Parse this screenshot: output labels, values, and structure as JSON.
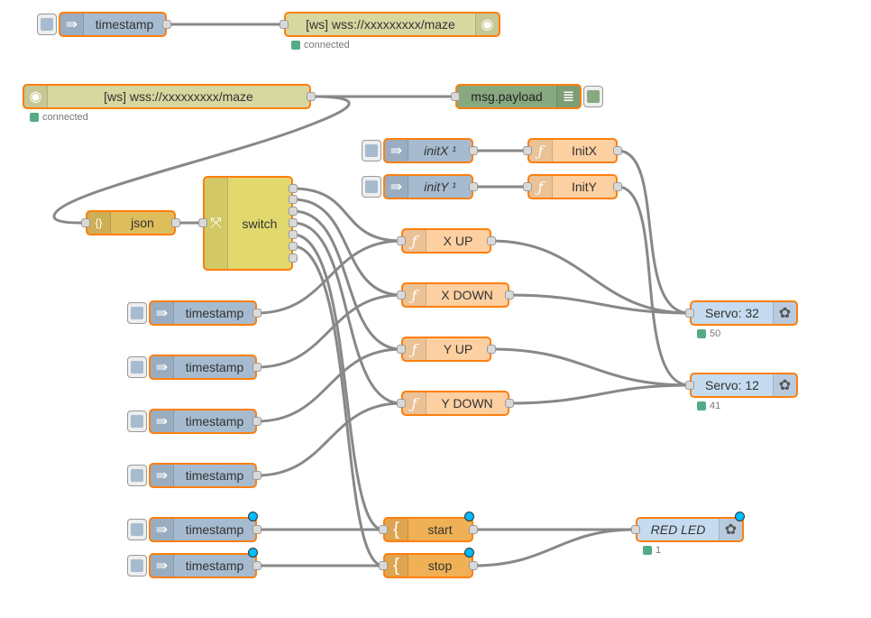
{
  "colors": {
    "node_border": "#ff7f0e",
    "wire": "#888888",
    "inject": "#a6bbcf",
    "function": "#fdd0a2",
    "websocket": "#d7d7a0",
    "debug": "#87a980",
    "json": "#debd5c",
    "switch": "#e2d96e",
    "template": "#f0b156",
    "rpi": "#c6dbef",
    "status_ok": "#5aaa88",
    "changed_dot": "#00bcff"
  },
  "nodes": {
    "ts_top": {
      "label": "timestamp",
      "icon": "arrow-in-icon"
    },
    "ws_out": {
      "label": "[ws] wss://xxxxxxxxx/maze",
      "icon": "globe-icon",
      "status": "connected"
    },
    "ws_in": {
      "label": "[ws] wss://xxxxxxxxx/maze",
      "icon": "globe-icon",
      "status": "connected"
    },
    "debug": {
      "label": "msg.payload",
      "icon": "list-icon"
    },
    "initx_inject": {
      "label": "initX ¹",
      "icon": "arrow-in-icon"
    },
    "inity_inject": {
      "label": "initY ¹",
      "icon": "arrow-in-icon"
    },
    "initx_func": {
      "label": "InitX",
      "icon": "function-icon"
    },
    "inity_func": {
      "label": "InitY",
      "icon": "function-icon"
    },
    "json": {
      "label": "json",
      "icon": "braces-icon"
    },
    "switch": {
      "label": "switch",
      "icon": "switch-icon"
    },
    "x_up": {
      "label": "X UP",
      "icon": "function-icon"
    },
    "x_down": {
      "label": "X DOWN",
      "icon": "function-icon"
    },
    "y_up": {
      "label": "Y UP",
      "icon": "function-icon"
    },
    "y_down": {
      "label": "Y DOWN",
      "icon": "function-icon"
    },
    "ts_1": {
      "label": "timestamp",
      "icon": "arrow-in-icon"
    },
    "ts_2": {
      "label": "timestamp",
      "icon": "arrow-in-icon"
    },
    "ts_3": {
      "label": "timestamp",
      "icon": "arrow-in-icon"
    },
    "ts_4": {
      "label": "timestamp",
      "icon": "arrow-in-icon"
    },
    "ts_5": {
      "label": "timestamp",
      "icon": "arrow-in-icon"
    },
    "ts_6": {
      "label": "timestamp",
      "icon": "arrow-in-icon"
    },
    "start": {
      "label": "start",
      "icon": "template-icon"
    },
    "stop": {
      "label": "stop",
      "icon": "template-icon"
    },
    "servo32": {
      "label": "Servo: 32",
      "icon": "raspberry-icon",
      "status": "50"
    },
    "servo12": {
      "label": "Servo: 12",
      "icon": "raspberry-icon",
      "status": "41"
    },
    "red_led": {
      "label": "RED LED",
      "icon": "raspberry-icon",
      "status": "1"
    }
  }
}
